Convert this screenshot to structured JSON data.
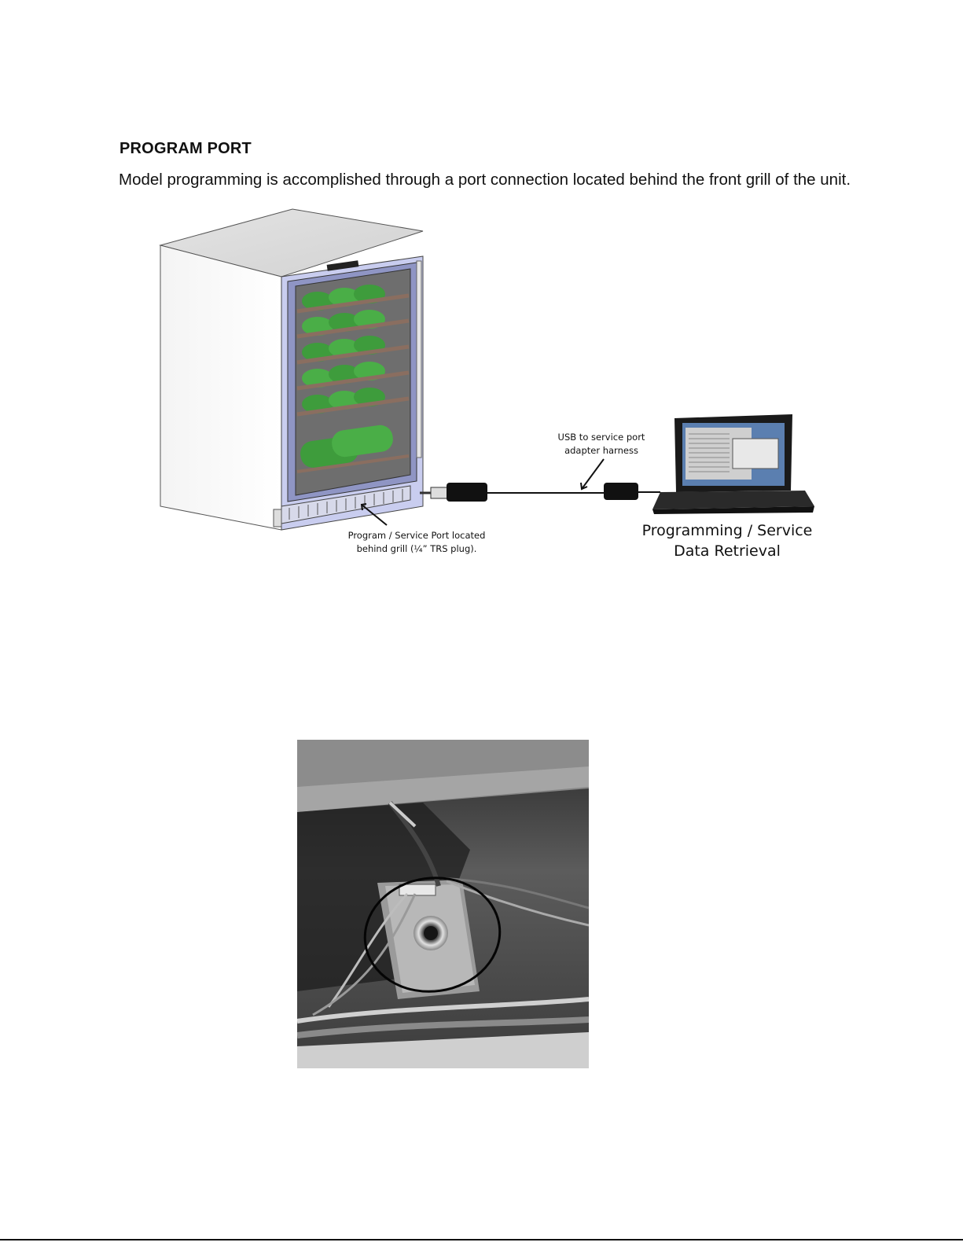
{
  "section": {
    "heading": "PROGRAM PORT",
    "paragraph": "Model programming is accomplished through a port connection located behind the front grill of the unit."
  },
  "diagram": {
    "port_callout_line1": "Program / Service Port located",
    "port_callout_line2": "behind grill (¼” TRS  plug).",
    "usb_callout_line1": "USB to service port",
    "usb_callout_line2": "adapter harness",
    "laptop_caption_line1": "Programming / Service",
    "laptop_caption_line2": "Data Retrieval",
    "bottle_color": "#3e9c3c",
    "frame_color": "#b7bde8"
  },
  "photo": {
    "subject": "service-port-jack-photo"
  }
}
